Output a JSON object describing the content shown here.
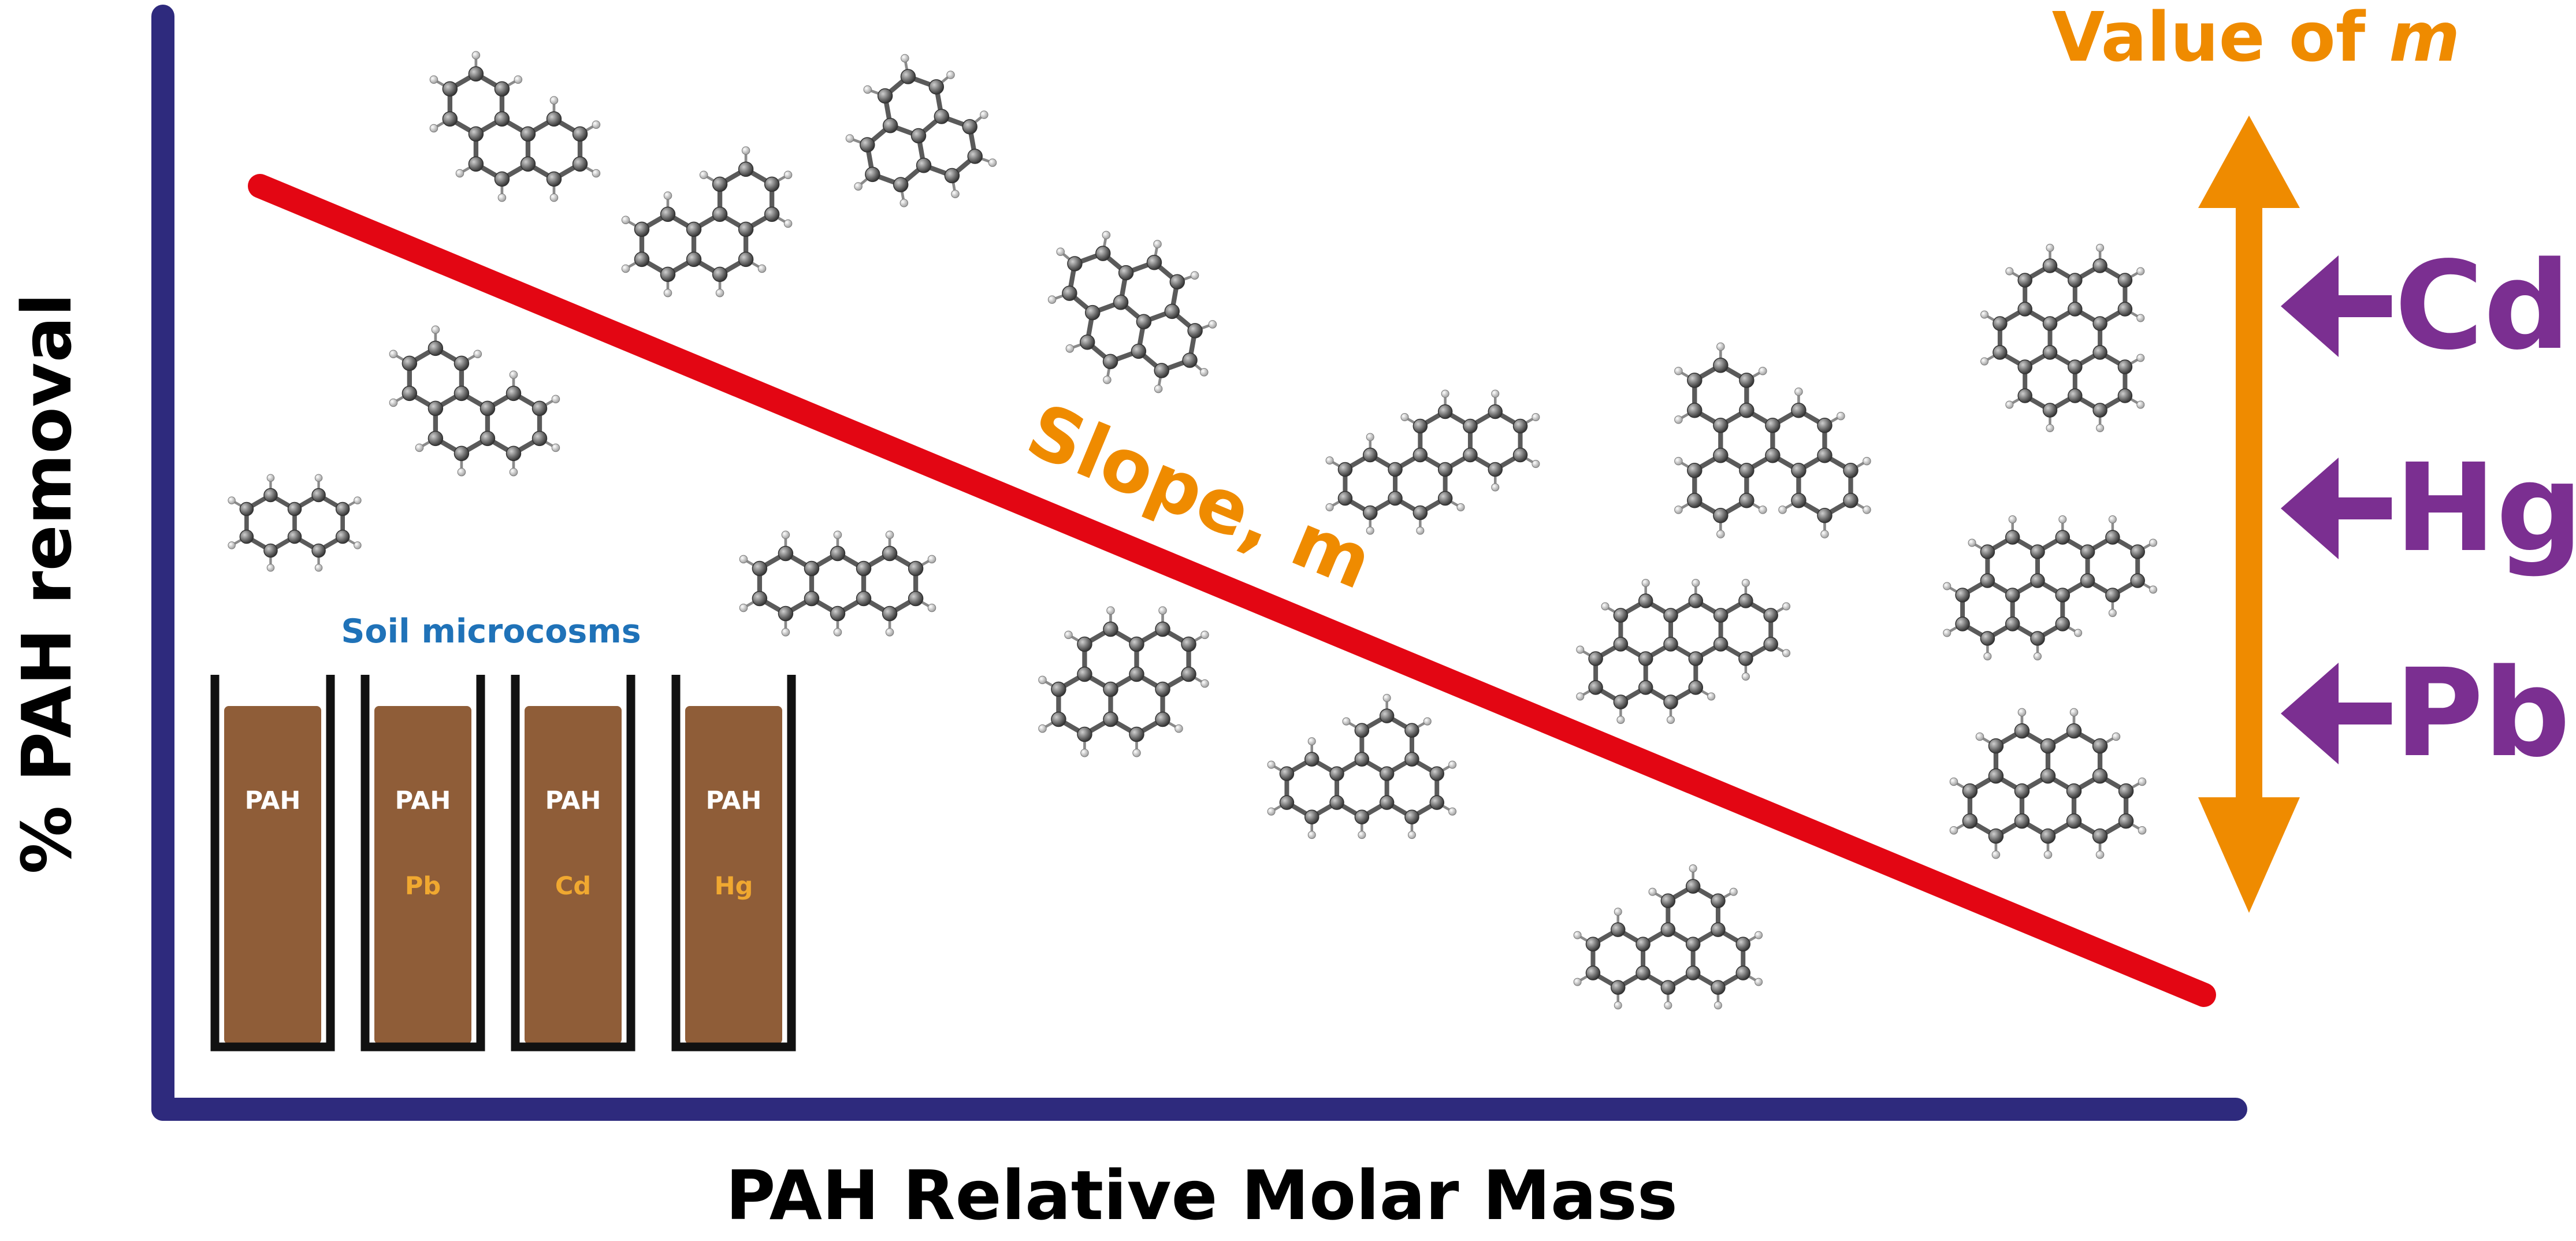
{
  "axes": {
    "x_label": "PAH Relative Molar Mass",
    "y_label": "% PAH removal",
    "axis_color": "#2e2a7d"
  },
  "trend_line": {
    "label": "Slope, m",
    "line_color": "#e30613",
    "label_color": "#ef8b00"
  },
  "value_scale": {
    "title_prefix": "Value of ",
    "title_var": "m",
    "color": "#ef8b00",
    "metals": [
      "Cd",
      "Hg",
      "Pb"
    ],
    "metal_color": "#7b2f91"
  },
  "microcosms": {
    "title": "Soil microcosms",
    "title_color": "#1f72b8",
    "soil_color": "#8f5d38",
    "wall_color": "#111111",
    "pah_text_color": "#ffffff",
    "metal_text_color": "#f0a830",
    "jars": [
      {
        "pah": "PAH",
        "metal": ""
      },
      {
        "pah": "PAH",
        "metal": "Pb"
      },
      {
        "pah": "PAH",
        "metal": "Cd"
      },
      {
        "pah": "PAH",
        "metal": "Hg"
      }
    ]
  },
  "molecules": {
    "atom_color": "#6b6b6b",
    "hydrogen_color": "#e6e6e6",
    "items": [
      {
        "name": "naphthalene"
      },
      {
        "name": "acenaphthylene"
      },
      {
        "name": "acenaphthene"
      },
      {
        "name": "fluorene"
      },
      {
        "name": "phenanthrene"
      },
      {
        "name": "anthracene"
      },
      {
        "name": "fluoranthene"
      },
      {
        "name": "pyrene"
      },
      {
        "name": "chrysene"
      },
      {
        "name": "benz[a]anthracene"
      },
      {
        "name": "benzo[b]fluoranthene"
      },
      {
        "name": "benzo[k]fluoranthene"
      },
      {
        "name": "benzo[a]pyrene"
      },
      {
        "name": "dibenz[a,h]anthracene"
      },
      {
        "name": "indeno[1,2,3-cd]pyrene"
      },
      {
        "name": "benzo[ghi]perylene"
      }
    ]
  }
}
